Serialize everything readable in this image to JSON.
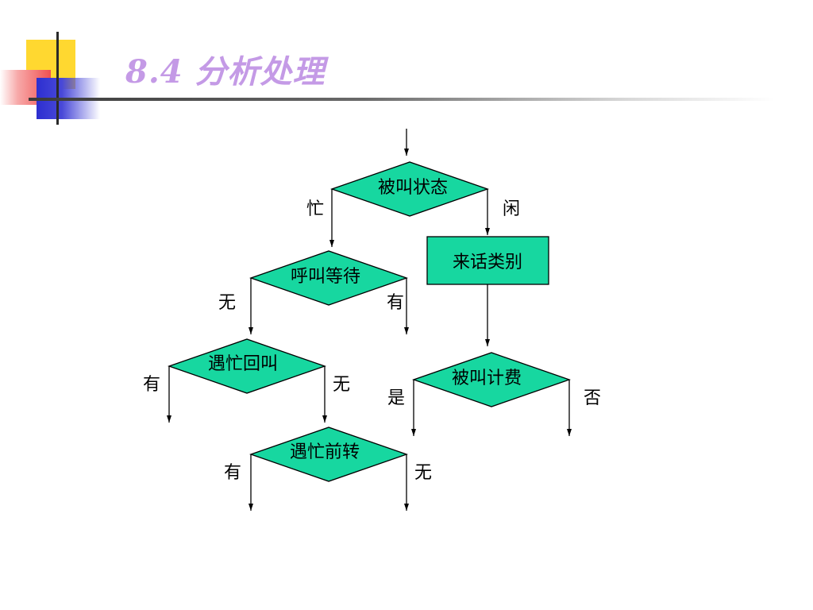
{
  "slide": {
    "title": "8.4  分析处理"
  },
  "flowchart": {
    "decisions": {
      "called_state": "被叫状态",
      "call_waiting": "呼叫等待",
      "busy_callback": "遇忙回叫",
      "billing": "被叫计费",
      "busy_forward": "遇忙前转"
    },
    "process": {
      "call_type": "来话类别"
    },
    "branch_labels": {
      "busy": "忙",
      "idle": "闲",
      "waiting_none": "无",
      "waiting_has": "有",
      "callback_has": "有",
      "callback_none": "无",
      "billing_yes": "是",
      "billing_no": "否",
      "forward_has": "有",
      "forward_none": "无"
    },
    "colors": {
      "shape_fill": "#17d7a0",
      "shape_stroke": "#000000"
    }
  }
}
